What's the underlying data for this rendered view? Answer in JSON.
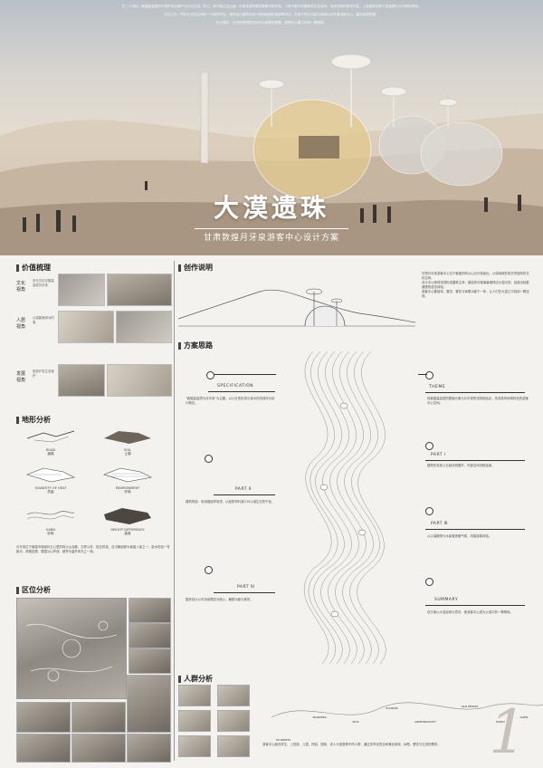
{
  "hero": {
    "intro": [
      "在二十世纪，敦煌莫高窟的开凿护佑丝绸产业文化交流。同上，新气象正当沿途，中原旅游发展的繁荣态势在现，人类不断开发着新的文化空间，但这些新的旅游开发，人类重新回到了莫高窟与月牙泉的怀抱。",
      "在此之外，同步让文化空间有一个新的时空，相关设计建筑与风沙侵蚀地貌形成鲜明对比，在地下的文化新空间成为月牙泉游客中心，建设结构完善；",
      "在沙漠中，日光所穿透的空间已为游客所感受，那是在大漠之中的一颗遗珠。"
    ],
    "title": "大漠遗珠",
    "subtitle": "甘肃敦煌月牙泉游客中心设计方案"
  },
  "sections": {
    "value": "价值梳理",
    "terrain": "地形分析",
    "location": "区位分析",
    "creation": "创作说明",
    "scheme": "方案思路",
    "crowd": "人群分析"
  },
  "value_rows": [
    {
      "label": "文化视角",
      "text": "多元文化交融莫高窟月牙泉"
    },
    {
      "label": "人居视角",
      "text": "沙漠聚落绿洲村落"
    },
    {
      "label": "发展视角",
      "text": "旅游开发生态保护"
    }
  ],
  "terrain": [
    {
      "en": "ROAD",
      "cn": "道路"
    },
    {
      "en": "SOIL",
      "cn": "土壤"
    },
    {
      "en": "QUANTITY OF HEAT",
      "cn": "热量"
    },
    {
      "en": "ENVIRONMENT",
      "cn": "环境"
    },
    {
      "en": "SAND",
      "cn": "砂砾"
    },
    {
      "en": "HEIGHT DIFFERENCE",
      "cn": "高差"
    }
  ],
  "terrain_text": "月牙泉位于敦煌市城南约五公里的鸣沙山北麓，古称沙井，俗名药泉，自汉朝起即为敦煌八景之一，泉水形如一弯新月，清澈如镜，周围沙山环绕，被誉为塞外风光之一绝。",
  "creation_text": [
    "甘肃月牙泉游客中心位于敦煌的鸣沙山月牙泉景区，沙漠地貌形成天然独特的文化空间。",
    "设计中以球体穹顶形成建筑主体，钢结构与玻璃幕墙呼应沙漠光线，创造出轻盈通透的游览体验。",
    "游客中心集接待、展览、餐饮与休憩功能于一体，让人们在大漠之中找到一颗遗珠。"
  ],
  "scheme": {
    "specification": "SPECIFICATION",
    "theme": "THEME",
    "part1": "PART Ⅰ",
    "part2": "PART Ⅱ",
    "part3": "PART Ⅲ",
    "part4": "PART Ⅳ",
    "summary": "SUMMARY",
    "spec_text": "“敦煌莫高窟与月牙泉”为主题，以沙丘的形态与泉水的流线作为设计概念。",
    "theme_text": "将敦煌莫高窟的壁画元素与月牙泉的流线相结合，形成具有地域特色的游客中心空间。",
    "part1_text": "建筑形态依沙丘起伏而展开，内部空间流畅连续。",
    "part2_text": "建筑构造：采用钢结构穹顶，以轻质材料减少对沙漠生态的干扰。",
    "part3_text": "以沙漠植物与水景营造微气候，改善游客体验。",
    "part4_text": "整体设计以可持续理念为核心，兼顾功能与美学。",
    "summary_text": "该方案以大漠遗珠为意向，使游客中心成为沙漠中的一颗明珠。"
  },
  "crowd_tags": [
    "STUDENTS",
    "WORKERS",
    "KIDS",
    "COUPLES",
    "GEMEINSCHAFT",
    "OLD PEOPLE",
    "FAMILY",
    "ALIEN"
  ],
  "crowd_text": "游客中心面向学生、上班族、儿童、情侣、团体、老人与家庭等不同人群，通过多样化的空间满足参观、休憩、餐饮与交流的需求。",
  "page_number": "1"
}
